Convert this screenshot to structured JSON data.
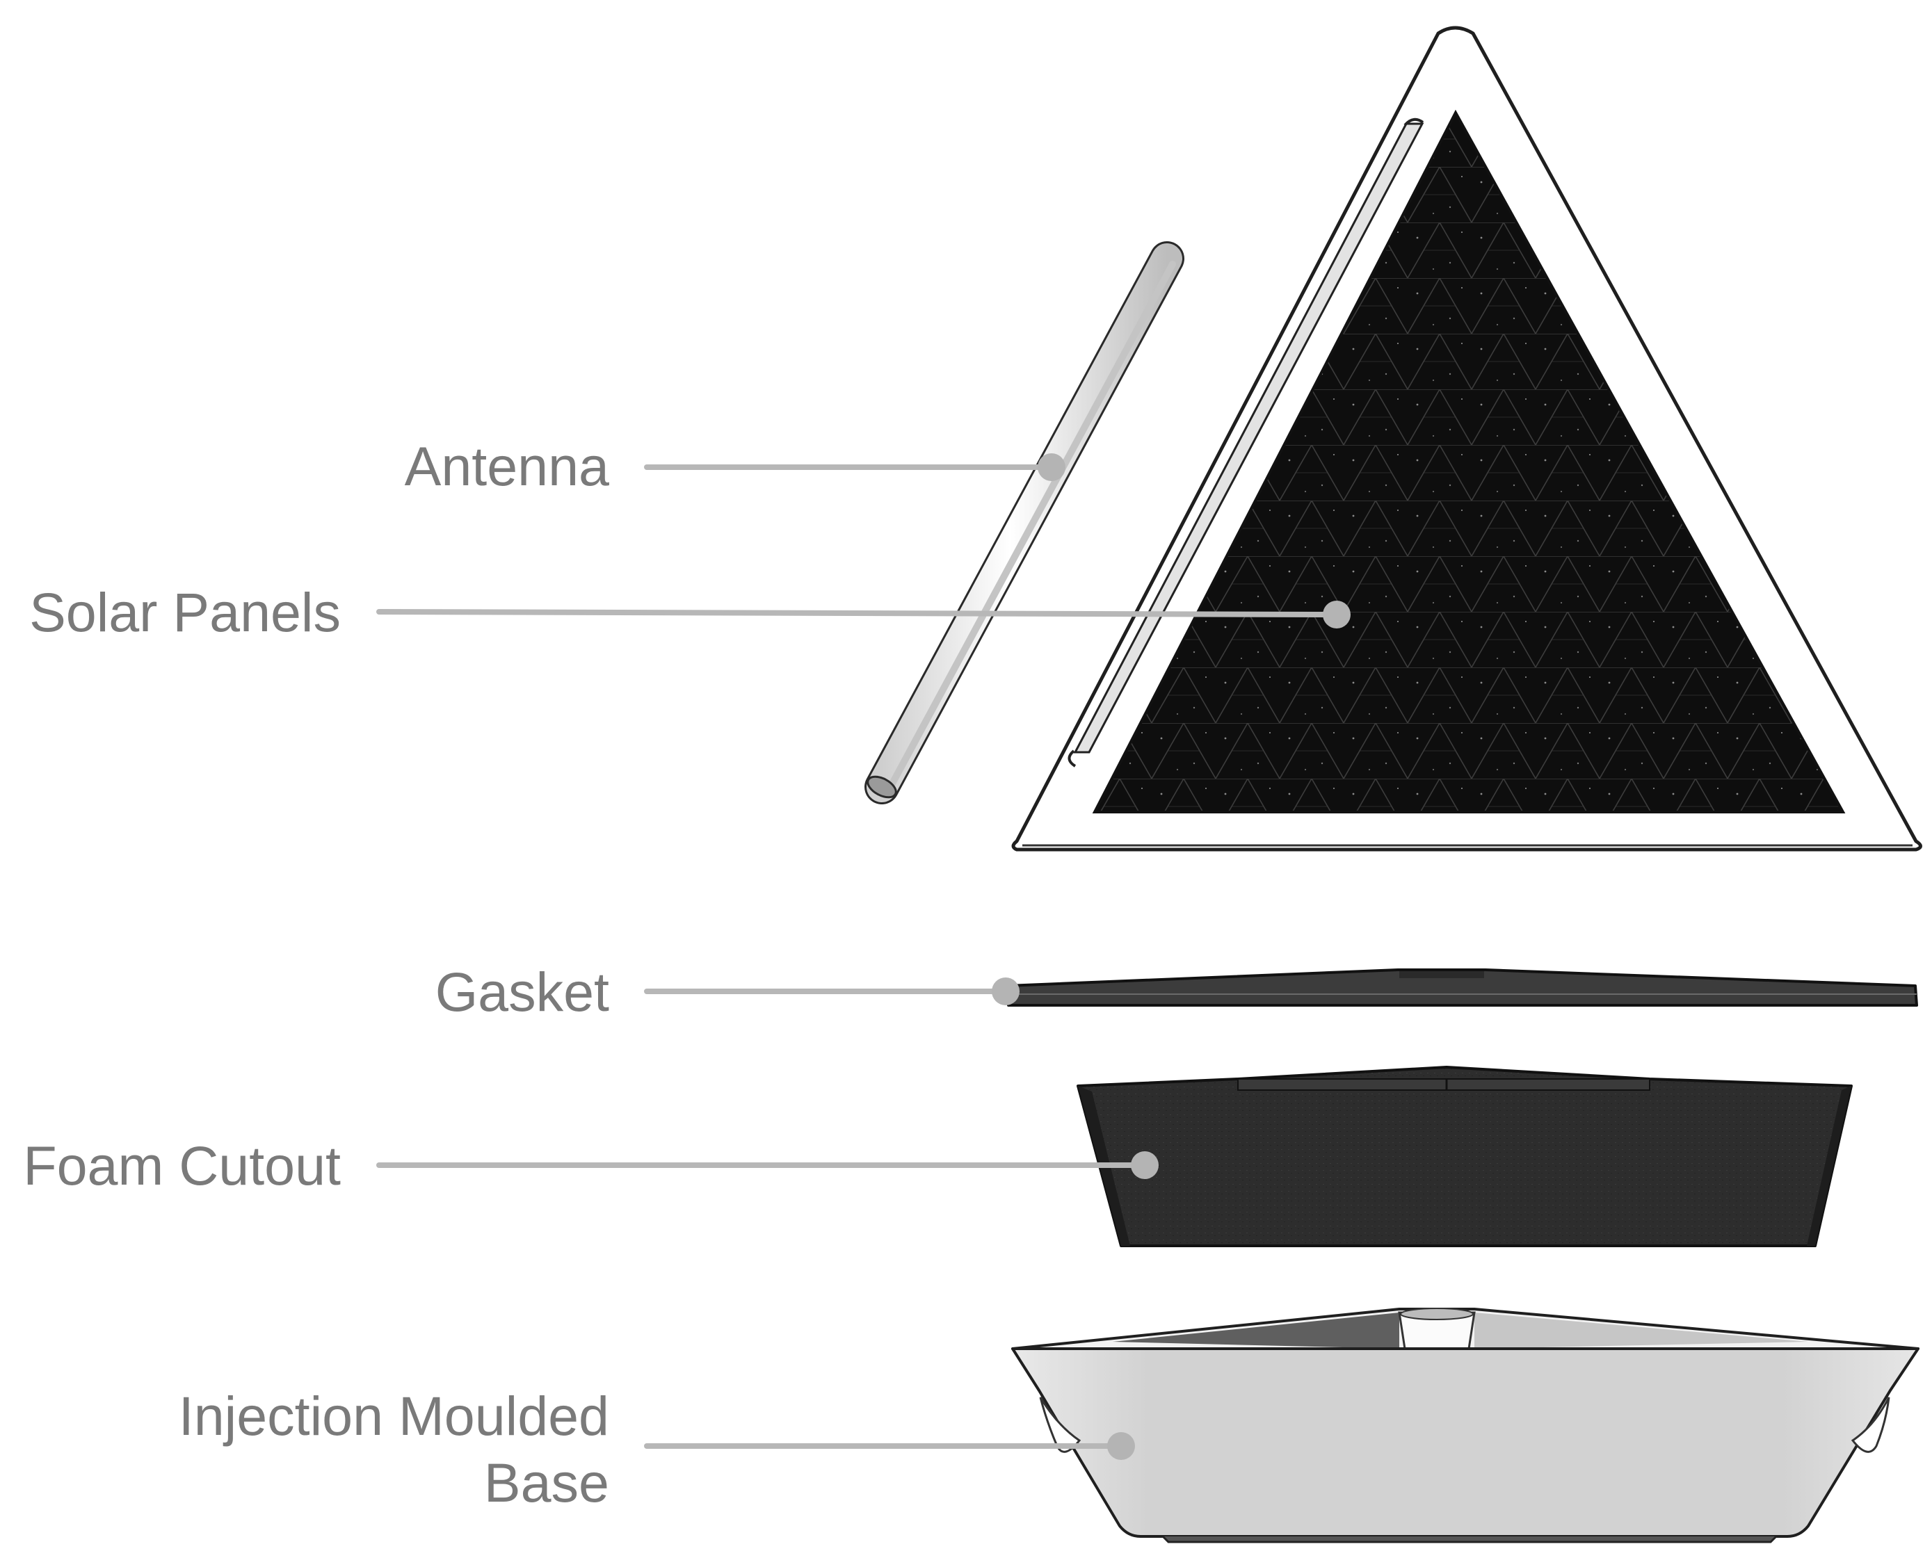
{
  "diagram": {
    "labels": {
      "antenna": "Antenna",
      "solar_panels": "Solar Panels",
      "gasket": "Gasket",
      "foam_cutout": "Foam Cutout",
      "base_line1": "Injection Moulded",
      "base_line2": "Base"
    }
  }
}
